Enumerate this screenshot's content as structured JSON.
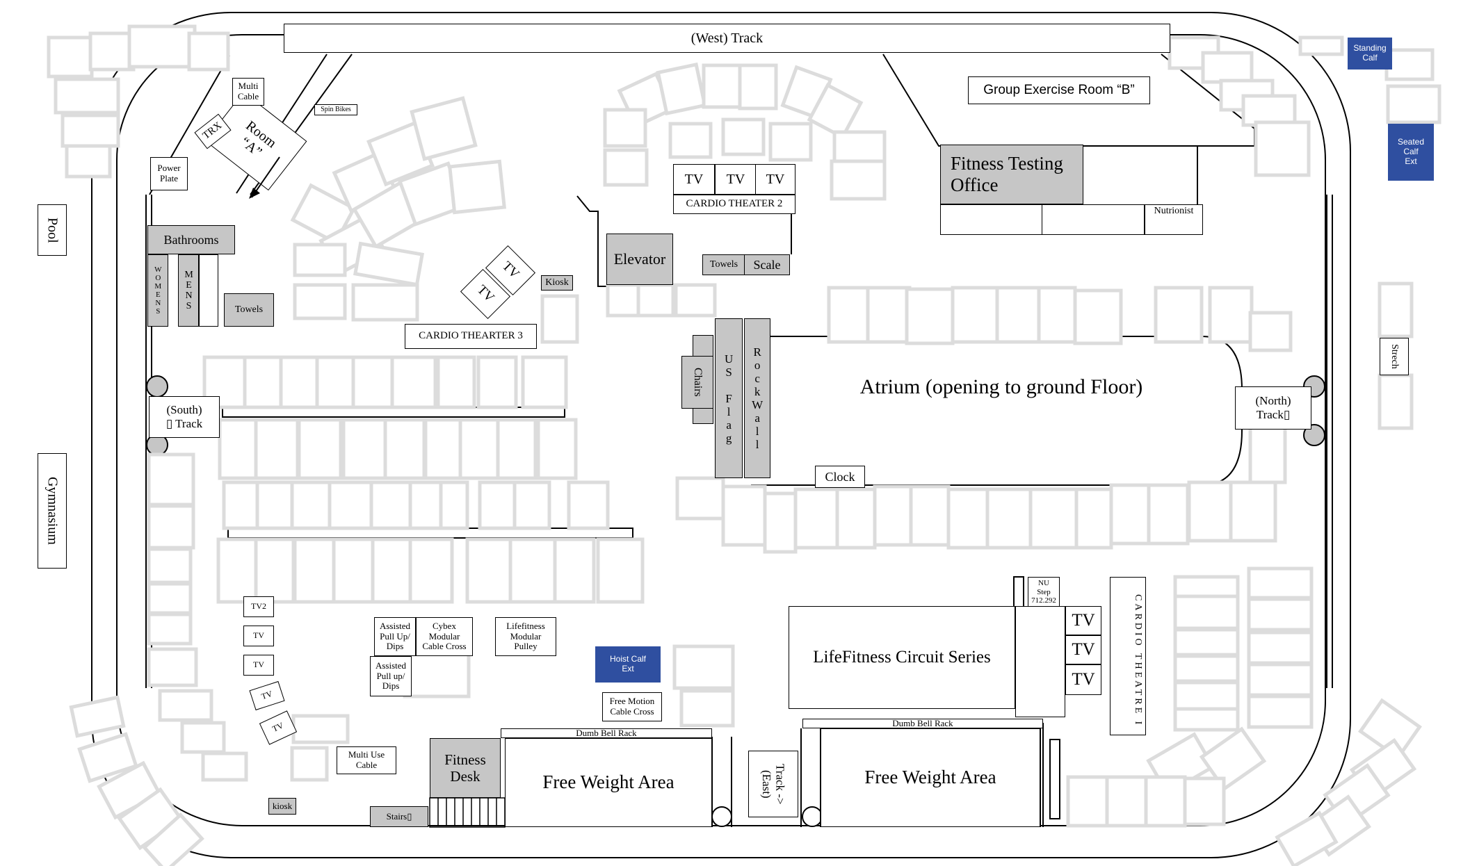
{
  "areas": {
    "west_track": "(West) Track",
    "group_exercise_b": "Group Exercise Room “B”",
    "fitness_testing": "Fitness Testing\nOffice",
    "nutrionist": "Nutrionist",
    "cardio_theater_2": "CARDIO THEATER  2",
    "cardio_theater_3": "CARDIO THEARTER  3",
    "cardio_theatre_1": "CARDIO THEATRE I",
    "tv": "TV",
    "tv2": "TV2",
    "elevator": "Elevator",
    "towels": "Towels",
    "scale": "Scale",
    "kiosk": "Kiosk",
    "kiosk_lower": "kiosk",
    "room_a": "Room\n“A”",
    "trx": "TRX",
    "multi_cable": "Multi\nCable",
    "spin_bikes": "Spin Bikes",
    "power_plate": "Power\nPlate",
    "bathrooms": "Bathrooms",
    "womens": "WOMENS",
    "mens": "MENS",
    "pool": "Pool",
    "gymnasium": "Gymnasium",
    "south_track": "(South)\n▯  Track",
    "north_track": "(North)\nTrack▯",
    "atrium": "Atrium (opening to ground Floor)",
    "chairs": "Chairs",
    "us_flag": "US Flag",
    "rock_wall": "RockWall",
    "clock": "Clock",
    "standing_calf": "Standing\nCalf",
    "seated_calf": "Seated\nCalf\nExt",
    "stretch": "Strech",
    "lifefitness_circuit": "LifeFitness Circuit Series",
    "nu_step": "NU\nStep\n712.292",
    "assisted_pullup_1": "Assisted\nPull Up/\nDips",
    "assisted_pullup_2": "Assisted\nPull up/\nDips",
    "cybex_modular": "Cybex\nModular\nCable Cross",
    "lifefitness_modular": "Lifefitness\nModular\nPulley",
    "hoist_calf": "Hoist Calf\nExt",
    "free_motion": "Free Motion\nCable Cross",
    "multi_use_cable": "Multi Use\nCable",
    "fitness_desk": "Fitness\nDesk",
    "stairs": "Stairs▯",
    "dumb_bell_rack": "Dumb Bell Rack",
    "free_weight_area": "Free Weight Area",
    "track_east": "Track ->\n(East)"
  },
  "colors": {
    "room_fill": "#c6c6c6",
    "machine_fill": "#2f4fa0",
    "equipment_outline": "#dcdcdc"
  }
}
